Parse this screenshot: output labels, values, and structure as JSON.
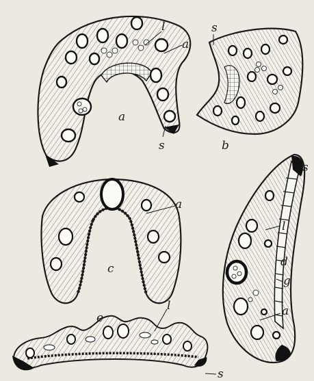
{
  "figure": {
    "panel_labels": {
      "a": "a",
      "b": "b",
      "c": "c",
      "d": "d",
      "e": "e"
    },
    "annotations": {
      "a_l": "l",
      "a_a": "a",
      "a_s": "s",
      "b_s": "s",
      "c_a": "a",
      "d_s": "s",
      "d_l": "l",
      "d_g": "g",
      "d_a": "a",
      "e_l": "l",
      "e_s": "s"
    }
  }
}
